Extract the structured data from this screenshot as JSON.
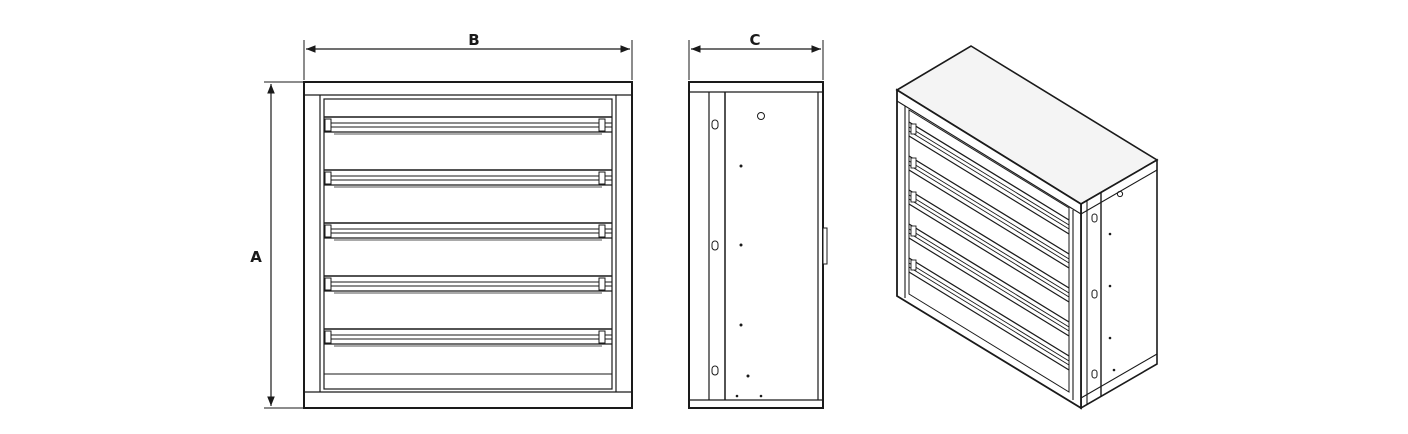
{
  "labels": {
    "a": "A",
    "b": "B",
    "c": "C"
  },
  "colors": {
    "line": "#1a1a1a",
    "background": "#ffffff",
    "shade": "#f4f4f4"
  },
  "views": {
    "front": "front-elevation",
    "side": "side-elevation",
    "iso": "isometric-view"
  },
  "louver_count": 5
}
